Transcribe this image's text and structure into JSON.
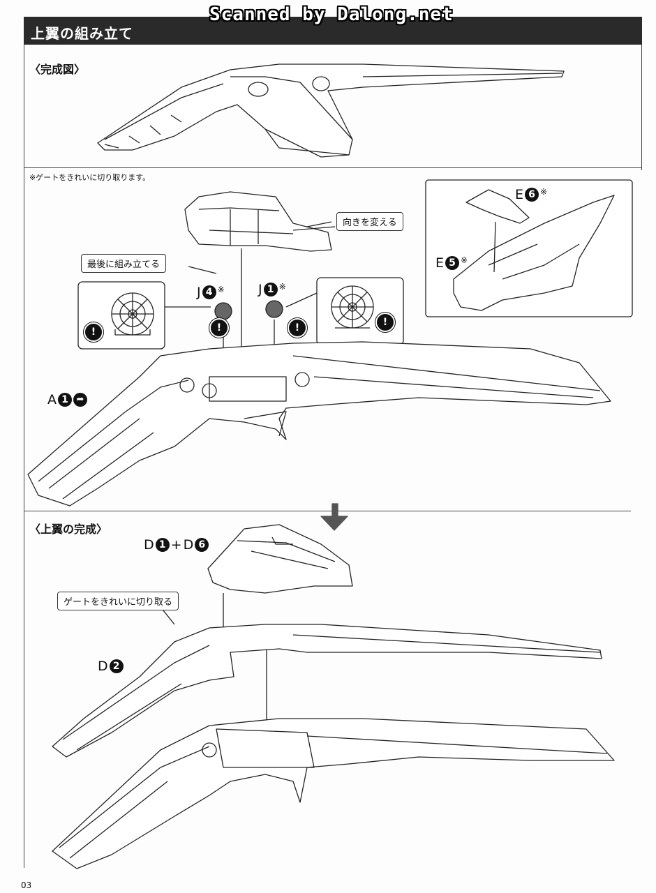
{
  "watermark": "Scanned by Dalong.net",
  "header": {
    "title": "上翼の組み立て"
  },
  "completed_view": {
    "title": "〈完成図〉"
  },
  "assembly": {
    "gate_note": "※ゲートをきれいに切り取ります。",
    "rotate_label": "向きを変える",
    "assemble_last_label": "最後に組み立てる",
    "parts": {
      "j4": {
        "letter": "J",
        "num": "4",
        "mark": "※"
      },
      "j1": {
        "letter": "J",
        "num": "1",
        "mark": "※"
      },
      "e6": {
        "letter": "E",
        "num": "6",
        "mark": "※"
      },
      "e5": {
        "letter": "E",
        "num": "5",
        "mark": "※"
      },
      "a1": {
        "letter": "A",
        "num": "1"
      }
    },
    "warning_symbol": "!"
  },
  "finished_wing": {
    "title": "〈上翼の完成〉",
    "gate_cut_label": "ゲートをきれいに切り取る",
    "parts": {
      "d1": {
        "letter": "D",
        "num": "1"
      },
      "plus": "+",
      "d6": {
        "letter": "D",
        "num": "6"
      },
      "d2": {
        "letter": "D",
        "num": "2"
      }
    }
  },
  "page_number": "03"
}
